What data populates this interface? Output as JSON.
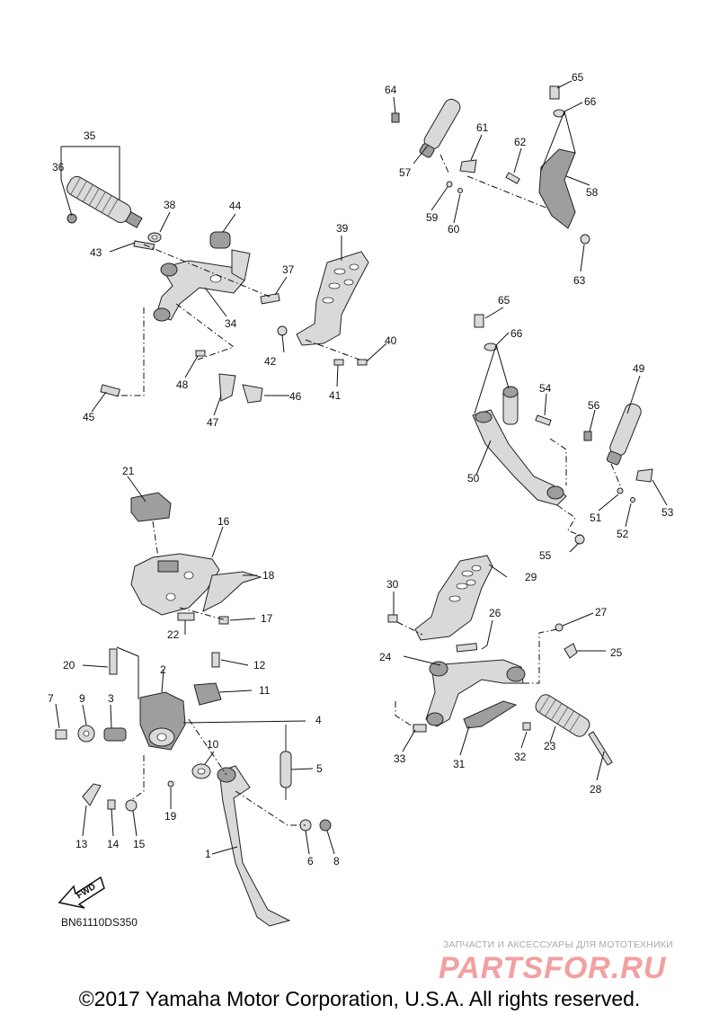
{
  "diagram": {
    "part_numbers": [
      "1",
      "2",
      "3",
      "4",
      "5",
      "6",
      "7",
      "8",
      "9",
      "10",
      "11",
      "12",
      "13",
      "14",
      "15",
      "16",
      "17",
      "18",
      "19",
      "20",
      "21",
      "22",
      "23",
      "24",
      "25",
      "26",
      "27",
      "28",
      "29",
      "30",
      "31",
      "32",
      "33",
      "34",
      "35",
      "36",
      "37",
      "38",
      "39",
      "40",
      "41",
      "42",
      "43",
      "44",
      "45",
      "46",
      "47",
      "48",
      "49",
      "50",
      "51",
      "52",
      "53",
      "54",
      "55",
      "56",
      "57",
      "58",
      "59",
      "60",
      "61",
      "62",
      "63",
      "64",
      "65",
      "66"
    ],
    "diagram_code": "BN61110DS350",
    "fwd_label": "FWD",
    "fwd_icon": "fwd-arrow-icon"
  },
  "watermark": {
    "tagline": "ЗАПЧАСТИ И АКСЕССУАРЫ ДЛЯ МОТОТЕХНИКИ",
    "logo": "PARTSFOR.RU",
    "color": "#f2a0a0"
  },
  "copyright": "©2017 Yamaha Motor Corporation, U.S.A. All rights reserved."
}
